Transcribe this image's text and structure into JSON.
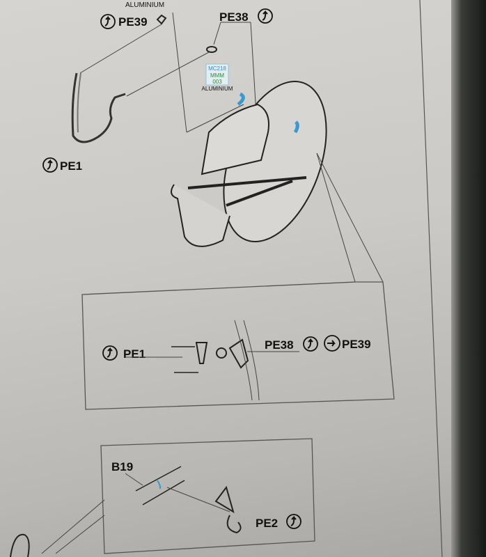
{
  "labels": {
    "pe39_top": "PE39",
    "pe38_top": "PE38",
    "pe1_top": "PE1",
    "aluminium_top": "ALUMINIUM",
    "paint_code": {
      "line1": "MC218",
      "line2": "MMM",
      "line3": "003",
      "material": "ALUMINIUM"
    },
    "detail_pe1": "PE1",
    "detail_pe38": "PE38",
    "detail_pe39": "PE39",
    "b19": "B19",
    "pe2": "PE2"
  },
  "icons": {
    "bend": "bend-up-arrow-icon",
    "attach": "attach-arrow-icon"
  },
  "colors": {
    "paper": "#cbc9c5",
    "ink": "#222222",
    "paint_blue": "#3a9ad0"
  }
}
